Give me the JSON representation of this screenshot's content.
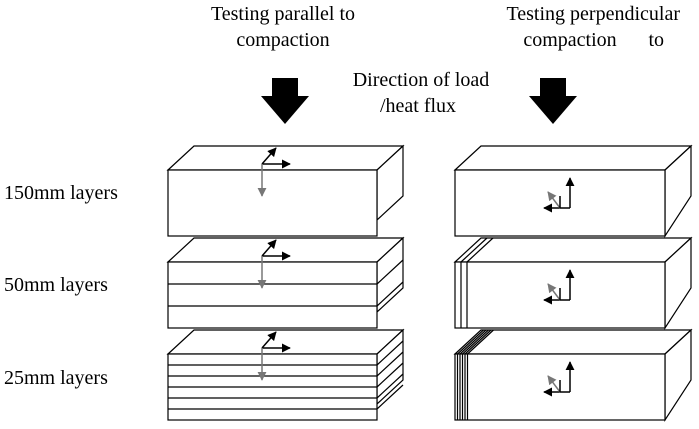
{
  "headings": {
    "parallel": [
      "Testing parallel to",
      "compaction"
    ],
    "perpendicular": [
      "Testing perpendicular",
      "to",
      "compaction"
    ]
  },
  "direction_label": [
    "Direction of load",
    "/heat flux"
  ],
  "rows": [
    {
      "label": "150mm layers",
      "layers": 1
    },
    {
      "label": "50mm layers",
      "layers": 3
    },
    {
      "label": "25mm layers",
      "layers": 6
    }
  ],
  "colors": {
    "line": "#000000",
    "secondary_arrow": "#777777",
    "background": "#ffffff"
  }
}
